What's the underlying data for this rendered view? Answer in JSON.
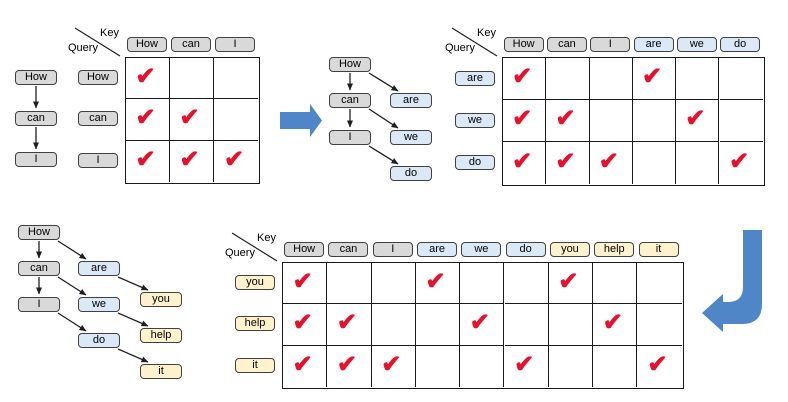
{
  "colors": {
    "token_gray": "#d9d9d9",
    "token_blue": "#dbe9f7",
    "token_yellow": "#fff2cc",
    "token_border": "#404040",
    "edge_black": "#1f1f1f",
    "grid_line": "#1a1a1a",
    "check_red": "#e8112d",
    "arrow_blue": "#4e86c8"
  },
  "glyphs": {
    "check": "✔"
  },
  "header": {
    "key": "Key",
    "query": "Query"
  },
  "chains": [
    {
      "name": "chain-prompt",
      "nodes": [
        {
          "label": "How",
          "color": "gray"
        },
        {
          "label": "can",
          "color": "gray"
        },
        {
          "label": "I",
          "color": "gray"
        }
      ],
      "edges": [
        [
          0,
          1
        ],
        [
          1,
          2
        ]
      ]
    },
    {
      "name": "chain-draft-1",
      "nodes": [
        {
          "label": "How",
          "color": "gray"
        },
        {
          "label": "can",
          "color": "gray"
        },
        {
          "label": "I",
          "color": "gray"
        },
        {
          "label": "are",
          "color": "blue"
        },
        {
          "label": "we",
          "color": "blue"
        },
        {
          "label": "do",
          "color": "blue"
        }
      ],
      "edges": [
        [
          0,
          1
        ],
        [
          1,
          2
        ],
        [
          0,
          3
        ],
        [
          1,
          4
        ],
        [
          2,
          5
        ]
      ]
    },
    {
      "name": "chain-draft-2",
      "nodes": [
        {
          "label": "How",
          "color": "gray"
        },
        {
          "label": "can",
          "color": "gray"
        },
        {
          "label": "I",
          "color": "gray"
        },
        {
          "label": "are",
          "color": "blue"
        },
        {
          "label": "we",
          "color": "blue"
        },
        {
          "label": "do",
          "color": "blue"
        },
        {
          "label": "you",
          "color": "yellow"
        },
        {
          "label": "help",
          "color": "yellow"
        },
        {
          "label": "it",
          "color": "yellow"
        }
      ],
      "edges": [
        [
          0,
          1
        ],
        [
          1,
          2
        ],
        [
          0,
          3
        ],
        [
          1,
          4
        ],
        [
          2,
          5
        ],
        [
          3,
          6
        ],
        [
          4,
          7
        ],
        [
          5,
          8
        ]
      ]
    }
  ],
  "matrices": [
    {
      "name": "attention-matrix-1",
      "keys": [
        {
          "label": "How",
          "color": "gray"
        },
        {
          "label": "can",
          "color": "gray"
        },
        {
          "label": "I",
          "color": "gray"
        }
      ],
      "queries": [
        {
          "label": "How",
          "color": "gray"
        },
        {
          "label": "can",
          "color": "gray"
        },
        {
          "label": "I",
          "color": "gray"
        }
      ],
      "checks": [
        [
          1,
          0,
          0
        ],
        [
          1,
          1,
          0
        ],
        [
          1,
          1,
          1
        ]
      ]
    },
    {
      "name": "attention-matrix-2",
      "keys": [
        {
          "label": "How",
          "color": "gray"
        },
        {
          "label": "can",
          "color": "gray"
        },
        {
          "label": "I",
          "color": "gray"
        },
        {
          "label": "are",
          "color": "blue"
        },
        {
          "label": "we",
          "color": "blue"
        },
        {
          "label": "do",
          "color": "blue"
        }
      ],
      "queries": [
        {
          "label": "are",
          "color": "blue"
        },
        {
          "label": "we",
          "color": "blue"
        },
        {
          "label": "do",
          "color": "blue"
        }
      ],
      "checks": [
        [
          1,
          0,
          0,
          1,
          0,
          0
        ],
        [
          1,
          1,
          0,
          0,
          1,
          0
        ],
        [
          1,
          1,
          1,
          0,
          0,
          1
        ]
      ]
    },
    {
      "name": "attention-matrix-3",
      "keys": [
        {
          "label": "How",
          "color": "gray"
        },
        {
          "label": "can",
          "color": "gray"
        },
        {
          "label": "I",
          "color": "gray"
        },
        {
          "label": "are",
          "color": "blue"
        },
        {
          "label": "we",
          "color": "blue"
        },
        {
          "label": "do",
          "color": "blue"
        },
        {
          "label": "you",
          "color": "yellow"
        },
        {
          "label": "help",
          "color": "yellow"
        },
        {
          "label": "it",
          "color": "yellow"
        }
      ],
      "queries": [
        {
          "label": "you",
          "color": "yellow"
        },
        {
          "label": "help",
          "color": "yellow"
        },
        {
          "label": "it",
          "color": "yellow"
        }
      ],
      "checks": [
        [
          1,
          0,
          0,
          1,
          0,
          0,
          1,
          0,
          0
        ],
        [
          1,
          1,
          0,
          0,
          1,
          0,
          0,
          1,
          0
        ],
        [
          1,
          1,
          1,
          0,
          0,
          1,
          0,
          0,
          1
        ]
      ]
    }
  ],
  "arrows": [
    {
      "name": "block-arrow-right-icon",
      "direction": "right"
    },
    {
      "name": "block-arrow-down-left-icon",
      "direction": "down-left"
    }
  ]
}
